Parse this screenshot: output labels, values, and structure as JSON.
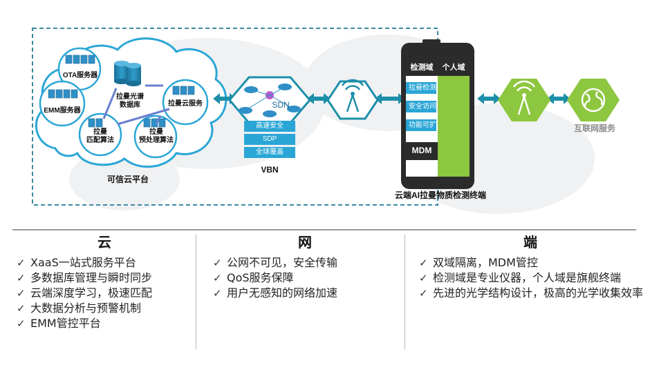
{
  "cloud": {
    "title": "可信云平台",
    "nodes": {
      "ota": "OTA服务器",
      "emm": "EMM服务器",
      "raman_db": "拉曼光谱\n数据库",
      "raman_cloud": "拉曼云服务",
      "raman_match": "拉曼\n匹配算法",
      "raman_preprocess": "拉曼\n预处理算法"
    }
  },
  "network": {
    "title": "VBN",
    "sdn": "SDN",
    "features": [
      "高速安全",
      "SDP",
      "全球覆盖"
    ]
  },
  "terminal": {
    "title": "云端AI拉曼物质检测终端",
    "detect_domain": "检测域",
    "personal_domain": "个人域",
    "features": [
      "拉曼检测",
      "安全访问",
      "功能可扩"
    ],
    "mdm": "MDM"
  },
  "internet": {
    "label": "互联网服务"
  },
  "columns": [
    {
      "heading": "云",
      "items": [
        "XaaS一站式服务平台",
        "多数据库管理与瞬时同步",
        "云端深度学习，极速匹配",
        "大数据分析与预警机制",
        "EMM管控平台"
      ]
    },
    {
      "heading": "网",
      "items": [
        "公网不可见，安全传输",
        "QoS服务保障",
        "用户无感知的网络加速"
      ]
    },
    {
      "heading": "端",
      "items": [
        "双域隔离，MDM管控",
        "检测域是专业仪器，个人域是旗舰终端",
        "先进的光学结构设计，极高的光学收集效率"
      ]
    }
  ],
  "colors": {
    "cyan": "#2aa6d6",
    "teal": "#1d8fa8",
    "green": "#8dc63f",
    "dark": "#2b2b2b"
  }
}
